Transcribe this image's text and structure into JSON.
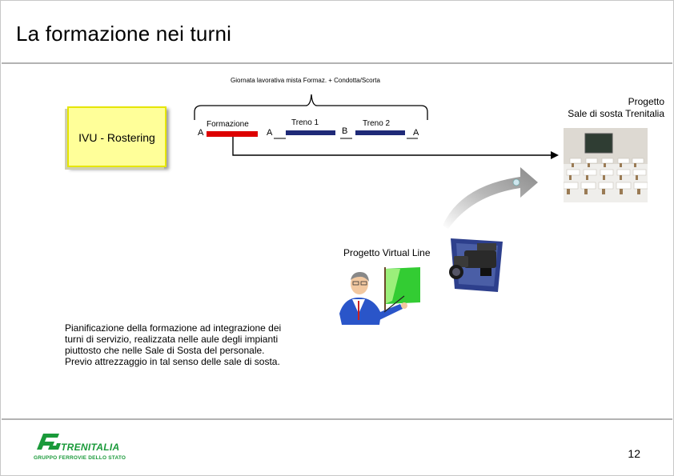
{
  "slide": {
    "title": "La formazione nei turni",
    "page_number": "12"
  },
  "left_box": {
    "label": "IVU - Rostering"
  },
  "timeline": {
    "bracket_label": "Giornata lavorativa mista Formaz. + Condotta/Scorta",
    "start_marker": "A",
    "segment_1_label": "Formazione",
    "marker_after_formazione": "A",
    "segment_2_label": "Treno 1",
    "marker_b": "B",
    "segment_3_label": "Treno 2",
    "end_marker": "A",
    "colors": {
      "formazione": "#dd0000",
      "treno": "#1f2a78"
    }
  },
  "project_sale": {
    "line1": "Progetto",
    "line2": "Sale di sosta Trenitalia"
  },
  "project_virtual": {
    "label": "Progetto Virtual Line"
  },
  "description": {
    "lines": [
      "Pianificazione della formazione ad integrazione dei",
      "turni di servizio, realizzata nelle aule degli impianti",
      "piuttosto che nelle Sale di Sosta del personale.",
      "Previo attrezzaggio in tal senso delle sale di sosta."
    ]
  },
  "logo": {
    "brand": "TRENITALIA",
    "tagline": "GRUPPO FERROVIE DELLO STATO",
    "color": "#1a9a3a"
  }
}
